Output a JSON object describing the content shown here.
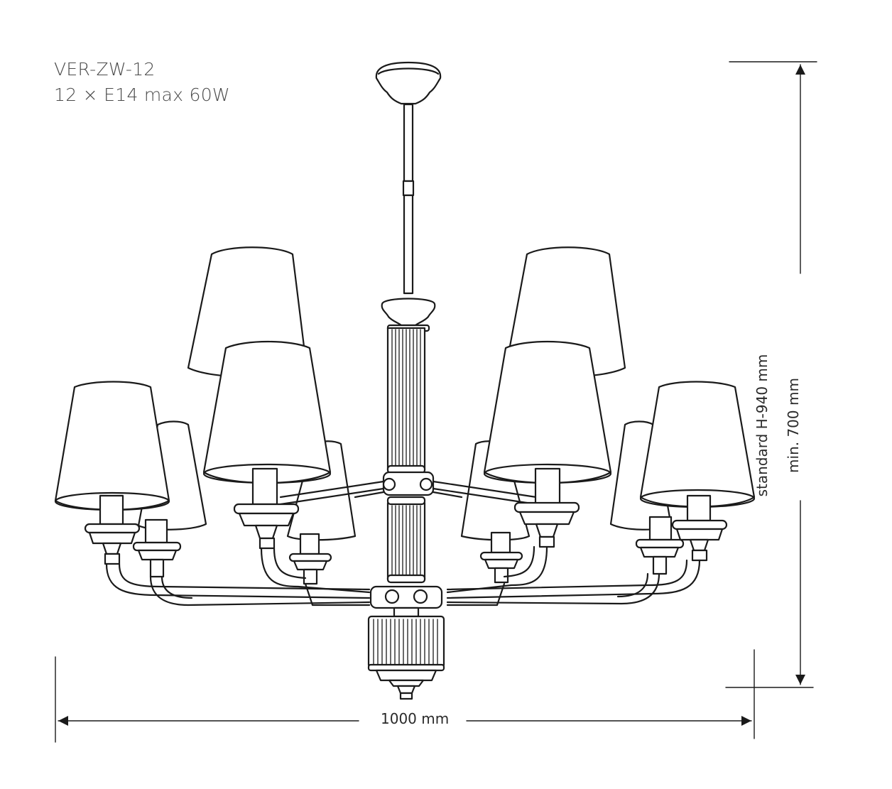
{
  "product": {
    "model": "VER-ZW-12",
    "spec": "12 × E14 max 60W"
  },
  "dimensions": {
    "width_label": "1000 mm",
    "height_standard_label": "standard H-940 mm",
    "height_min_label": "min. 700 mm"
  },
  "drawing": {
    "type": "chandelier line drawing",
    "arms": 12,
    "shades": 12,
    "tiers": 2,
    "stroke_color": "#1a1a1a",
    "background": "#ffffff"
  }
}
